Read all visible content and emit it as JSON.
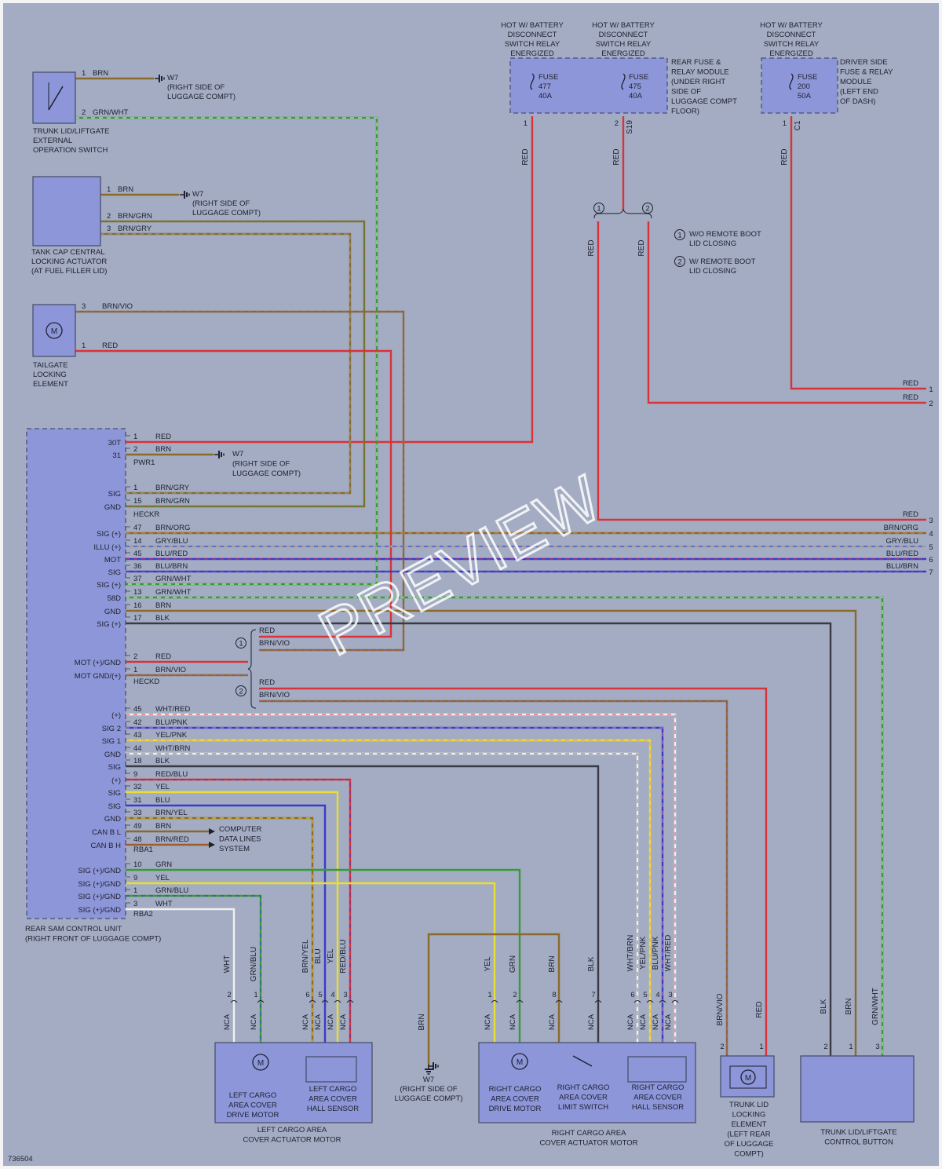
{
  "diagram_id": "736504",
  "watermark": "PREVIEW",
  "colors": {
    "background": "#a3acc2",
    "component_fill": "#8d96d8",
    "RED": "#d8323a",
    "BRN": "#8a6a2c",
    "GRN": "#3a9a3a",
    "GRY": "#9aa0a8",
    "BLU": "#3a3ad0",
    "YEL": "#e8e030",
    "BLK": "#3a3a44",
    "WHT": "#f0f0f0",
    "VIO": "#a058c0",
    "ORG": "#e88a30",
    "PNK": "#e88aa8"
  },
  "notes": {
    "note1_symbol": "1",
    "note1_text": [
      "W/O REMOTE BOOT",
      "LID CLOSING"
    ],
    "note2_symbol": "2",
    "note2_text": [
      "W/ REMOTE BOOT",
      "LID CLOSING"
    ]
  },
  "top_modules": {
    "hot1": [
      "HOT W/ BATTERY",
      "DISCONNECT",
      "SWITCH RELAY",
      "ENERGIZED"
    ],
    "hot2": [
      "HOT W/ BATTERY",
      "DISCONNECT",
      "SWITCH RELAY",
      "ENERGIZED"
    ],
    "hot3": [
      "HOT W/ BATTERY",
      "DISCONNECT",
      "SWITCH RELAY",
      "ENERGIZED"
    ],
    "fuse477": [
      "FUSE",
      "477",
      "40A"
    ],
    "fuse475": [
      "FUSE",
      "475",
      "40A"
    ],
    "fuse200": [
      "FUSE",
      "200",
      "50A"
    ],
    "rear_fuse_module": [
      "REAR FUSE &",
      "RELAY MODULE",
      "(UNDER RIGHT",
      "SIDE OF",
      "LUGGAGE COMPT",
      "FLOOR)"
    ],
    "driver_fuse_module": [
      "DRIVER SIDE",
      "FUSE & RELAY",
      "MODULE",
      "(LEFT END",
      "OF DASH)"
    ],
    "pin_477": "1",
    "pin_475": "2",
    "conn_475": "S19",
    "pin_200": "1",
    "conn_200": "C1"
  },
  "components": {
    "trunk_switch": [
      "TRUNK LID/LIFTGATE",
      "EXTERNAL",
      "OPERATION SWITCH"
    ],
    "tank_cap": [
      "TANK CAP CENTRAL",
      "LOCKING ACTUATOR",
      "(AT FUEL FILLER LID)"
    ],
    "tailgate_lock": [
      "TAILGATE",
      "LOCKING",
      "ELEMENT"
    ],
    "sam_unit": [
      "REAR SAM CONTROL UNIT",
      "(RIGHT FRONT OF LUGGAGE COMPT)"
    ],
    "ground_w7": [
      "W7",
      "(RIGHT SIDE OF",
      "LUGGAGE COMPT)"
    ],
    "computer_data": [
      "COMPUTER",
      "DATA LINES",
      "SYSTEM"
    ],
    "left_cargo_drive": [
      "LEFT CARGO",
      "AREA COVER",
      "DRIVE MOTOR"
    ],
    "left_cargo_hall": [
      "LEFT CARGO",
      "AREA COVER",
      "HALL SENSOR"
    ],
    "left_cargo_motor": [
      "LEFT CARGO AREA",
      "COVER ACTUATOR MOTOR"
    ],
    "right_cargo_drive": [
      "RIGHT CARGO",
      "AREA COVER",
      "DRIVE MOTOR"
    ],
    "right_cargo_limit": [
      "RIGHT CARGO",
      "AREA COVER",
      "LIMIT SWITCH"
    ],
    "right_cargo_hall": [
      "RIGHT CARGO",
      "AREA COVER",
      "HALL SENSOR"
    ],
    "right_cargo_motor": [
      "RIGHT CARGO AREA",
      "COVER ACTUATOR MOTOR"
    ],
    "trunk_lid_lock": [
      "TRUNK LID",
      "LOCKING",
      "ELEMENT",
      "(LEFT REAR",
      "OF LUGGAGE",
      "COMPT)"
    ],
    "trunk_button": [
      "TRUNK LID/LIFTGATE",
      "CONTROL BUTTON"
    ],
    "motor_symbol": "M",
    "nca": "NCA"
  },
  "switch_wires": [
    {
      "pin": "1",
      "color": "BRN"
    },
    {
      "pin": "2",
      "color": "GRN/WHT"
    }
  ],
  "tank_wires": [
    {
      "pin": "1",
      "color": "BRN"
    },
    {
      "pin": "2",
      "color": "BRN/GRN"
    },
    {
      "pin": "3",
      "color": "BRN/GRY"
    }
  ],
  "tailgate_wires": [
    {
      "pin": "3",
      "color": "BRN/VIO"
    },
    {
      "pin": "1",
      "color": "RED"
    }
  ],
  "sam_connectors": [
    "PWR1",
    "HECKR",
    "HECKD",
    "RBA1",
    "RBA2"
  ],
  "sam_pins": [
    {
      "func": "30T",
      "pin": "1",
      "color": "RED"
    },
    {
      "func": "31",
      "pin": "2",
      "color": "BRN"
    },
    {
      "func": "SIG",
      "pin": "1",
      "color": "BRN/GRY"
    },
    {
      "func": "GND",
      "pin": "15",
      "color": "BRN/GRN"
    },
    {
      "func": "SIG (+)",
      "pin": "47",
      "color": "BRN/ORG"
    },
    {
      "func": "ILLU (+)",
      "pin": "14",
      "color": "GRY/BLU"
    },
    {
      "func": "MOT",
      "pin": "45",
      "color": "BLU/RED"
    },
    {
      "func": "SIG",
      "pin": "36",
      "color": "BLU/BRN"
    },
    {
      "func": "SIG (+)",
      "pin": "37",
      "color": "GRN/WHT"
    },
    {
      "func": "58D",
      "pin": "13",
      "color": "GRN/WHT"
    },
    {
      "func": "GND",
      "pin": "16",
      "color": "BRN"
    },
    {
      "func": "SIG (+)",
      "pin": "17",
      "color": "BLK"
    },
    {
      "func": "MOT (+)/GND",
      "pin": "2",
      "color": "RED"
    },
    {
      "func": "MOT GND/(+)",
      "pin": "1",
      "color": "BRN/VIO"
    },
    {
      "func": "(+)",
      "pin": "45",
      "color": "WHT/RED"
    },
    {
      "func": "SIG 2",
      "pin": "42",
      "color": "BLU/PNK"
    },
    {
      "func": "SIG 1",
      "pin": "43",
      "color": "YEL/PNK"
    },
    {
      "func": "GND",
      "pin": "44",
      "color": "WHT/BRN"
    },
    {
      "func": "SIG",
      "pin": "18",
      "color": "BLK"
    },
    {
      "func": "(+)",
      "pin": "9",
      "color": "RED/BLU"
    },
    {
      "func": "SIG",
      "pin": "32",
      "color": "YEL"
    },
    {
      "func": "SIG",
      "pin": "31",
      "color": "BLU"
    },
    {
      "func": "GND",
      "pin": "33",
      "color": "BRN/YEL"
    },
    {
      "func": "CAN B L",
      "pin": "49",
      "color": "BRN"
    },
    {
      "func": "CAN B H",
      "pin": "48",
      "color": "BRN/RED"
    },
    {
      "func": "SIG (+)/GND",
      "pin": "10",
      "color": "GRN"
    },
    {
      "func": "SIG (+)/GND",
      "pin": "9",
      "color": "YEL"
    },
    {
      "func": "SIG (+)/GND",
      "pin": "1",
      "color": "GRN/BLU"
    },
    {
      "func": "SIG (+)/GND",
      "pin": "3",
      "color": "WHT"
    }
  ],
  "alt_wires": {
    "note1": [
      "RED",
      "BRN/VIO"
    ],
    "note2": [
      "RED",
      "BRN/VIO"
    ]
  },
  "right_exits": [
    {
      "color": "RED",
      "num": "1"
    },
    {
      "color": "RED",
      "num": "2"
    },
    {
      "color": "RED",
      "num": "3"
    },
    {
      "color": "BRN/ORG",
      "num": "4"
    },
    {
      "color": "GRY/BLU",
      "num": "5"
    },
    {
      "color": "BLU/RED",
      "num": "6"
    },
    {
      "color": "BLU/BRN",
      "num": "7"
    }
  ],
  "vertical_labels": {
    "fuse_red": "RED",
    "left_motor": [
      {
        "color": "WHT",
        "pin": "2"
      },
      {
        "color": "GRN/BLU",
        "pin": "1"
      }
    ],
    "left_hall": [
      {
        "color": "BRN/YEL",
        "pin": "6"
      },
      {
        "color": "BLU",
        "pin": "5"
      },
      {
        "color": "YEL",
        "pin": "4"
      },
      {
        "color": "RED/BLU",
        "pin": "3"
      }
    ],
    "ground_brn": "BRN",
    "right_motor": [
      {
        "color": "YEL",
        "pin": "1"
      },
      {
        "color": "GRN",
        "pin": "2"
      }
    ],
    "right_limit": [
      {
        "color": "BRN",
        "pin": "8"
      },
      {
        "color": "BLK",
        "pin": "7"
      }
    ],
    "right_hall": [
      {
        "color": "WHT/BRN",
        "pin": "6"
      },
      {
        "color": "YEL/PNK",
        "pin": "5"
      },
      {
        "color": "BLU/PNK",
        "pin": "4"
      },
      {
        "color": "WHT/RED",
        "pin": "3"
      }
    ],
    "trunk_lock": [
      {
        "color": "BRN/VIO",
        "pin": "2"
      },
      {
        "color": "RED",
        "pin": "1"
      }
    ],
    "trunk_button": [
      {
        "color": "BLK",
        "pin": "2"
      },
      {
        "color": "BRN",
        "pin": "1"
      },
      {
        "color": "GRN/WHT",
        "pin": "3"
      }
    ]
  }
}
